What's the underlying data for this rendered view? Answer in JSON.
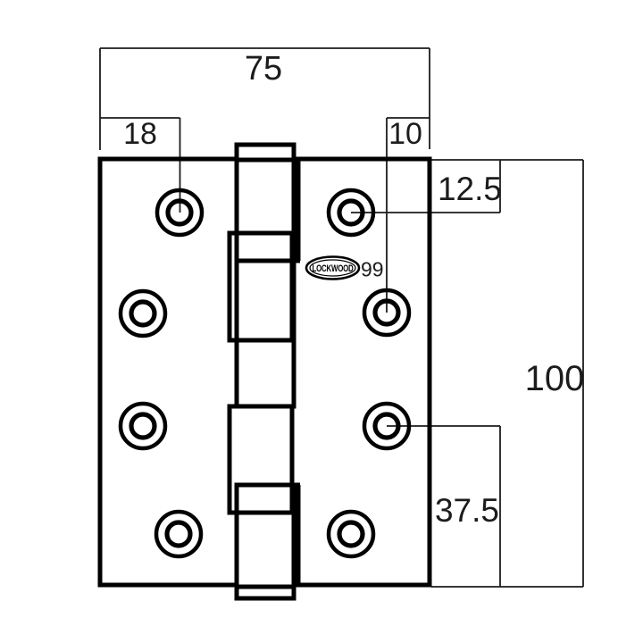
{
  "colors": {
    "background": "#ffffff",
    "drawing_outline": "#000000",
    "dimension_line": "#1c1c1c"
  },
  "logo": {
    "brand": "LOCKWOOD",
    "model": "99"
  },
  "dimension_labels": {
    "overall_width": "75",
    "outer_screw_inset": "18",
    "middle_screw_inset": "10",
    "top_screw_offset": "12.5",
    "overall_height": "100",
    "bottom_screw_offset": "37.5"
  }
}
